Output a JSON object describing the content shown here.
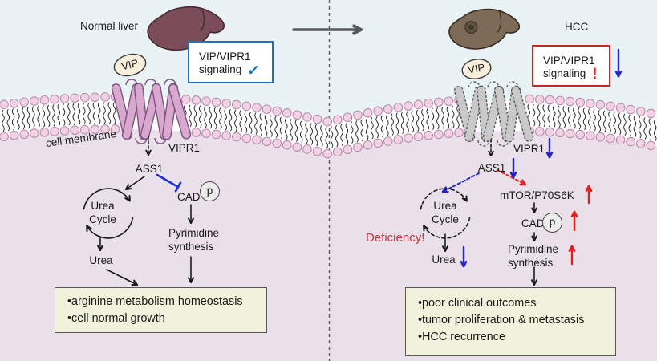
{
  "panels": {
    "left": {
      "organ_label": "Normal liver",
      "vip_label": "VIP",
      "signal_box": {
        "line1": "VIP/VIPR1",
        "line2": "signaling",
        "status_icon": "✓"
      },
      "membrane_label": "cell membrane",
      "receptor_label": "VIPR1",
      "ass1_label": "ASS1",
      "urea_cycle": [
        "Urea",
        "Cycle"
      ],
      "urea_label": "Urea",
      "cad_label": "CAD",
      "phospho_label": "p",
      "pyrimidine": [
        "Pyrimidine",
        "synthesis"
      ],
      "outcomes": [
        "•arginine metabolism homeostasis",
        "•cell normal growth"
      ]
    },
    "right": {
      "organ_label": "HCC",
      "vip_label": "VIP",
      "signal_box": {
        "line1": "VIP/VIPR1",
        "line2": "signaling",
        "status_icon": "!"
      },
      "signaling_regulation": "down",
      "receptor_label": "VIPR1",
      "vipr1_regulation": "down",
      "ass1_label": "ASS1",
      "ass1_regulation": "down",
      "mtor_label": "mTOR/P70S6K",
      "mtor_regulation": "up",
      "deficiency_label": "Deficiency!",
      "urea_cycle": [
        "Urea",
        "Cycle"
      ],
      "urea_label": "Urea",
      "urea_regulation": "down",
      "cad_label": "CAD",
      "cad_regulation": "up",
      "phospho_label": "p",
      "pyrimidine": [
        "Pyrimidine",
        "synthesis"
      ],
      "pyrimidine_regulation": "up",
      "outcomes": [
        "•poor clinical outcomes",
        "•tumor proliferation & metastasis",
        "•HCC recurrence"
      ]
    }
  },
  "colors": {
    "background_top": "#e9f3f6",
    "cytoplasm": "#eae0ea",
    "membrane_band": "#fdfdfd",
    "membrane_head": "#f2d2e2",
    "membrane_head_stroke": "#b588ab",
    "receptor_normal": "#d8a8cf",
    "receptor_normal_stroke": "#7d5380",
    "receptor_hcc": "#c9c9c9",
    "receptor_hcc_stroke": "#5a5a5a",
    "liver_normal": "#7b4d59",
    "liver_hcc": "#7e6b57",
    "signal_box_normal_border": "#1a74bc",
    "signal_box_hcc_border": "#c1272d",
    "downregulated": "#2424c6",
    "upregulated": "#e01f1f",
    "inhibition": "#2230d0",
    "arrow": "#1a1a1a",
    "transition_arrow": "#58595b",
    "outcome_box_bg": "#f1f2dc",
    "deficiency_text": "#c5303c"
  }
}
